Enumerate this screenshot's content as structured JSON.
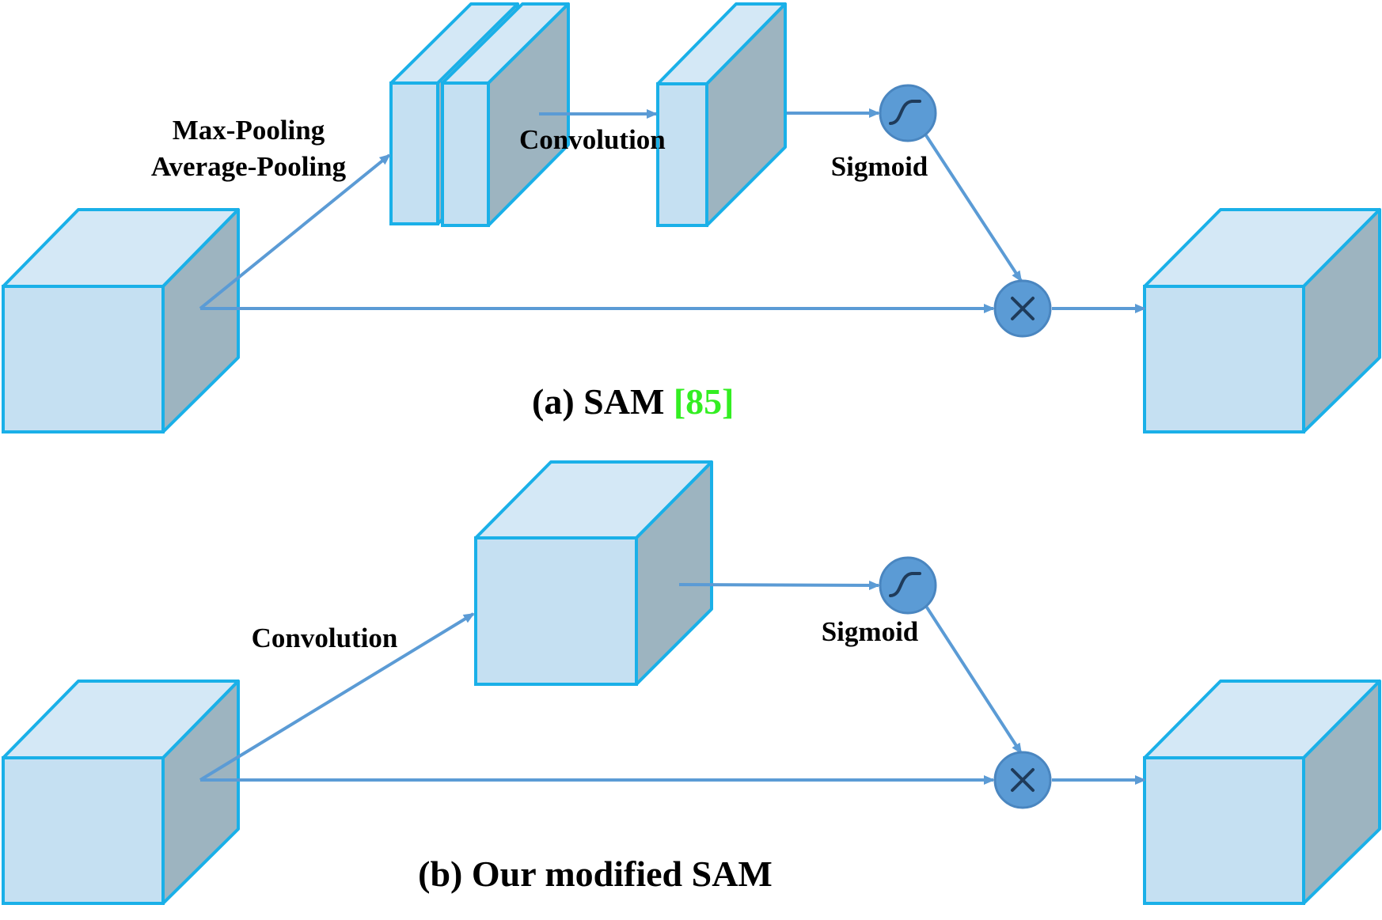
{
  "colors": {
    "cube_front": "#c5e0f2",
    "cube_top": "#d4e8f6",
    "cube_side": "#9db4c0",
    "cube_edge": "#1ab0e8",
    "arrow": "#5b9bd5",
    "node_fill": "#5b9bd5",
    "node_edge": "#4a86c0",
    "node_glyph": "#1f3b5a",
    "citation": "#33ee22"
  },
  "panel_a": {
    "pooling_label_1": "Max-Pooling",
    "pooling_label_2": "Average-Pooling",
    "conv_label": "Convolution",
    "sigmoid_label": "Sigmoid",
    "caption_prefix": "(a) SAM ",
    "caption_citation": "[85]"
  },
  "panel_b": {
    "conv_label": "Convolution",
    "sigmoid_label": "Sigmoid",
    "caption": "(b) Our modified SAM"
  },
  "icons": {
    "sigmoid_node": "sigmoid-icon",
    "multiply_node": "multiply-icon"
  }
}
